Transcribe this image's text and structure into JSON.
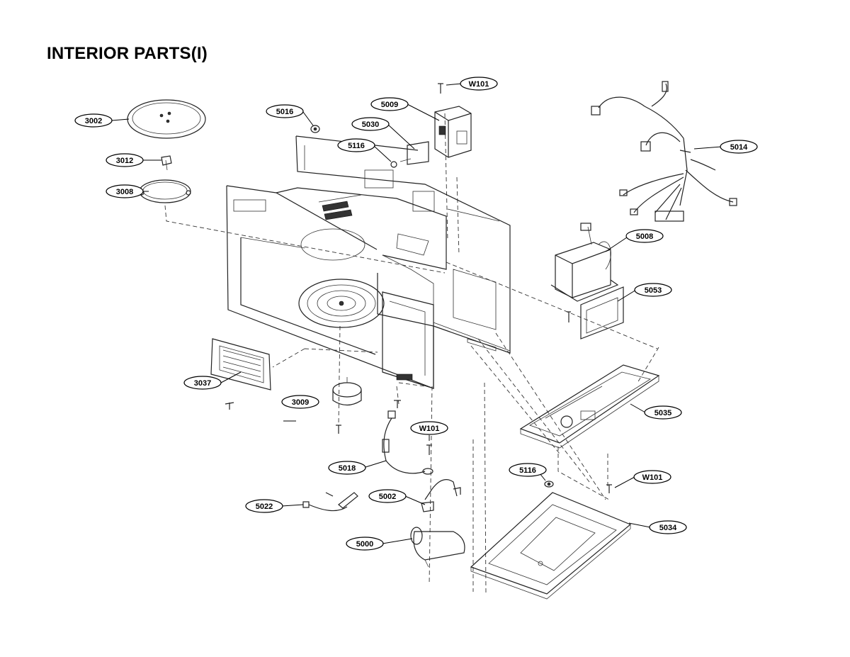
{
  "title": "INTERIOR PARTS(I)",
  "labels": [
    {
      "id": "3002",
      "text": "3002"
    },
    {
      "id": "3012",
      "text": "3012"
    },
    {
      "id": "3008",
      "text": "3008"
    },
    {
      "id": "5016",
      "text": "5016"
    },
    {
      "id": "5009",
      "text": "5009"
    },
    {
      "id": "5030",
      "text": "5030"
    },
    {
      "id": "5116a",
      "text": "5116"
    },
    {
      "id": "W101a",
      "text": "W101"
    },
    {
      "id": "5014",
      "text": "5014"
    },
    {
      "id": "5008",
      "text": "5008"
    },
    {
      "id": "5053",
      "text": "5053"
    },
    {
      "id": "5035",
      "text": "5035"
    },
    {
      "id": "3037",
      "text": "3037"
    },
    {
      "id": "3009",
      "text": "3009"
    },
    {
      "id": "W101b",
      "text": "W101"
    },
    {
      "id": "5018",
      "text": "5018"
    },
    {
      "id": "5116b",
      "text": "5116"
    },
    {
      "id": "W101c",
      "text": "W101"
    },
    {
      "id": "5002",
      "text": "5002"
    },
    {
      "id": "5022",
      "text": "5022"
    },
    {
      "id": "5034",
      "text": "5034"
    },
    {
      "id": "5000",
      "text": "5000"
    }
  ]
}
